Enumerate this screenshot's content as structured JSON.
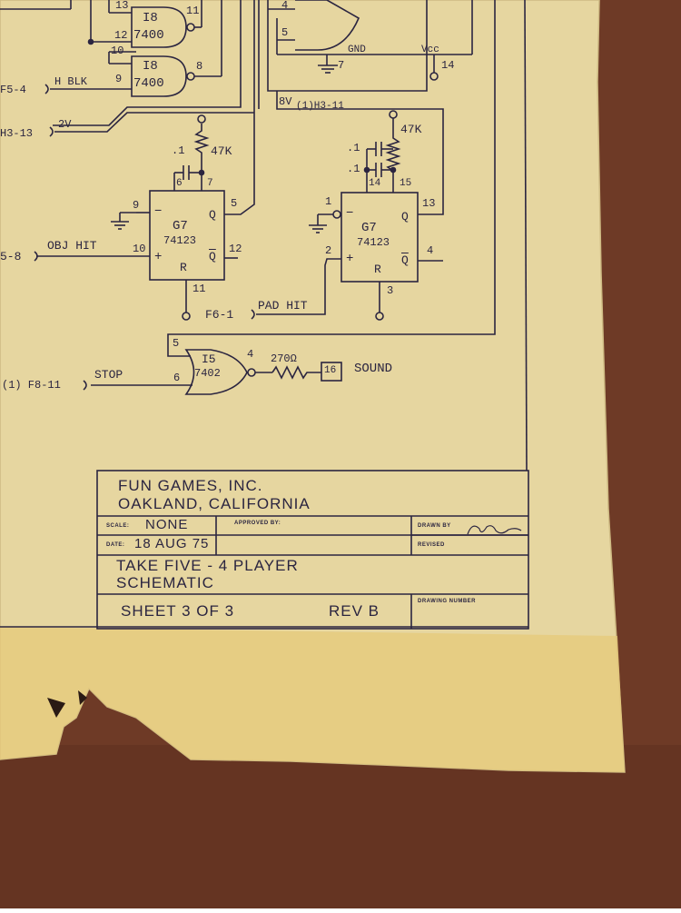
{
  "colors": {
    "table": "#6b3a26",
    "paper": "#e9d9a3",
    "ink": "#2b2540"
  },
  "gates": {
    "i8a": {
      "ref": "I8",
      "part": "7400",
      "in1": "13",
      "in2": "12",
      "in3": "10",
      "out": "11"
    },
    "i8b": {
      "ref": "I8",
      "part": "7400",
      "in": "9",
      "out": "8"
    },
    "i5": {
      "ref": "I5",
      "part": "7402",
      "in1": "5",
      "in2": "6",
      "out": "4"
    },
    "top": {
      "pin4": "4",
      "pin5": "5",
      "gnd": "GND",
      "pin7": "7",
      "vcc": "Vcc",
      "pin14": "14"
    }
  },
  "signals": {
    "hblk_src": "F5-4",
    "hblk": "H BLK",
    "h3_13": "H3-13",
    "v2": "2V",
    "v8": "8V",
    "h3_11": "(1)H3-11",
    "f5_8": "5-8",
    "obj_hit": "OBJ HIT",
    "f6_1": "F6-1",
    "pad_hit": "PAD HIT",
    "f8_11": "(1) F8-11",
    "stop": "STOP",
    "sound": "SOUND",
    "sound_pin": "16",
    "r270": "270Ω"
  },
  "oneshots": {
    "left": {
      "ref": "G7",
      "part": "74123",
      "cap": ".1",
      "res": "47K",
      "p6": "6",
      "p7": "7",
      "p9": "9",
      "p10": "10",
      "p5": "5",
      "p12": "12",
      "p11": "11",
      "minus": "−",
      "plus": "+",
      "q": "Q",
      "qbar": "Q",
      "r": "R"
    },
    "right": {
      "ref": "G7",
      "part": "74123",
      "cap1": ".1",
      "cap2": ".1",
      "res": "47K",
      "p14": "14",
      "p15": "15",
      "p1": "1",
      "p2": "2",
      "p13": "13",
      "p4": "4",
      "p3": "3",
      "minus": "−",
      "plus": "+",
      "q": "Q",
      "qbar": "Q",
      "r": "R"
    }
  },
  "title_block": {
    "company": "FUN GAMES, INC.",
    "city": "OAKLAND, CALIFORNIA",
    "scale_label": "SCALE:",
    "scale": "NONE",
    "approved_label": "APPROVED BY:",
    "drawn_label": "DRAWN BY",
    "date_label": "DATE:",
    "date": "18 AUG 75",
    "revised_label": "REVISED",
    "title1": "TAKE FIVE - 4 PLAYER",
    "title2": "SCHEMATIC",
    "sheet": "SHEET 3 OF 3",
    "rev": "REV B",
    "drawing_number_label": "DRAWING NUMBER"
  }
}
